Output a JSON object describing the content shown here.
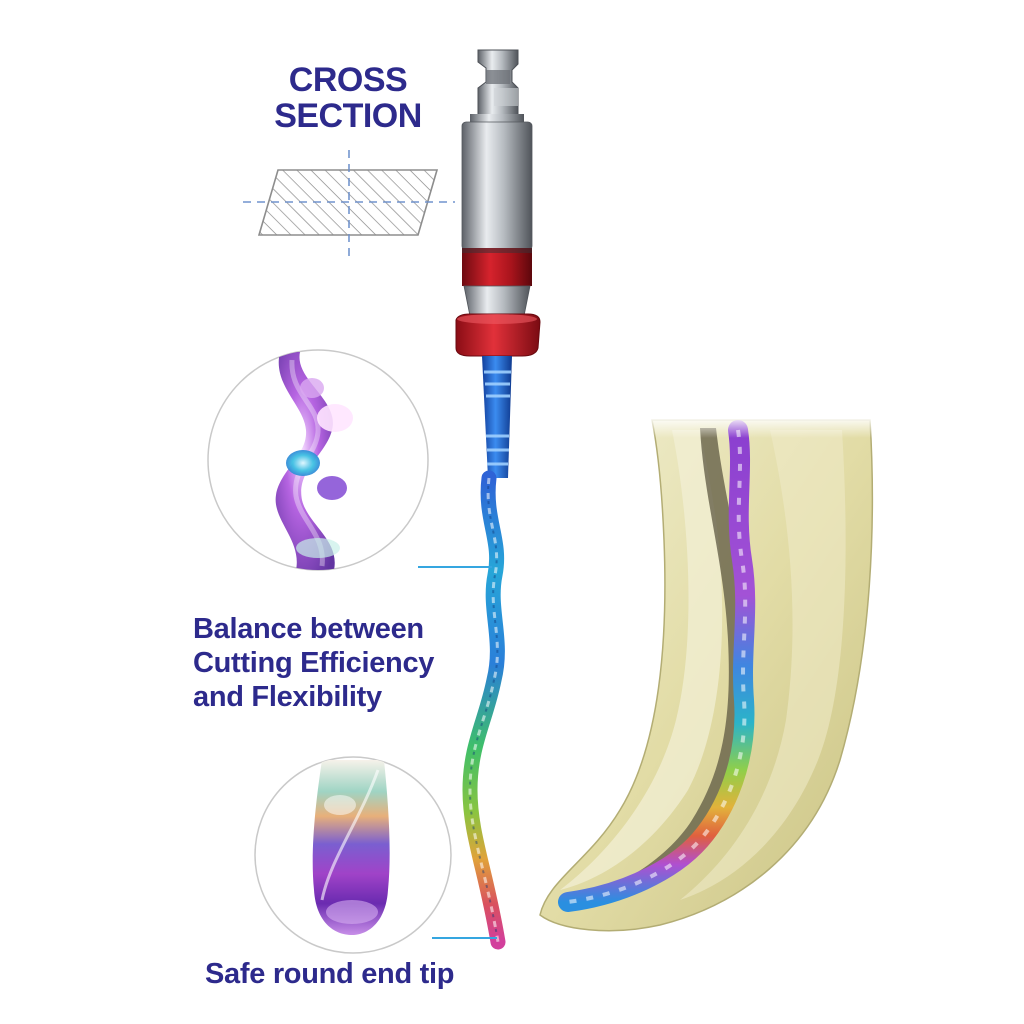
{
  "labels": {
    "cross_section_line1": "CROSS",
    "cross_section_line2": "SECTION",
    "balance_line1": "Balance between",
    "balance_line2": "Cutting Efficiency",
    "balance_line3": "and Flexibility",
    "tip": "Safe round end tip"
  },
  "colors": {
    "text": "#2d2a8c",
    "callout_line": "#35a6e0",
    "circle_outline": "#c9c9c9",
    "ring_red": "#b3121e",
    "shank_steel": "#9aa0a6",
    "file_blue": "#1f6fd6",
    "root_ivory": "#e7e3b4"
  },
  "icons": {
    "cross_section": "hatched-parallelogram-icon",
    "file": "endodontic-file-icon",
    "root": "tooth-root-icon"
  }
}
